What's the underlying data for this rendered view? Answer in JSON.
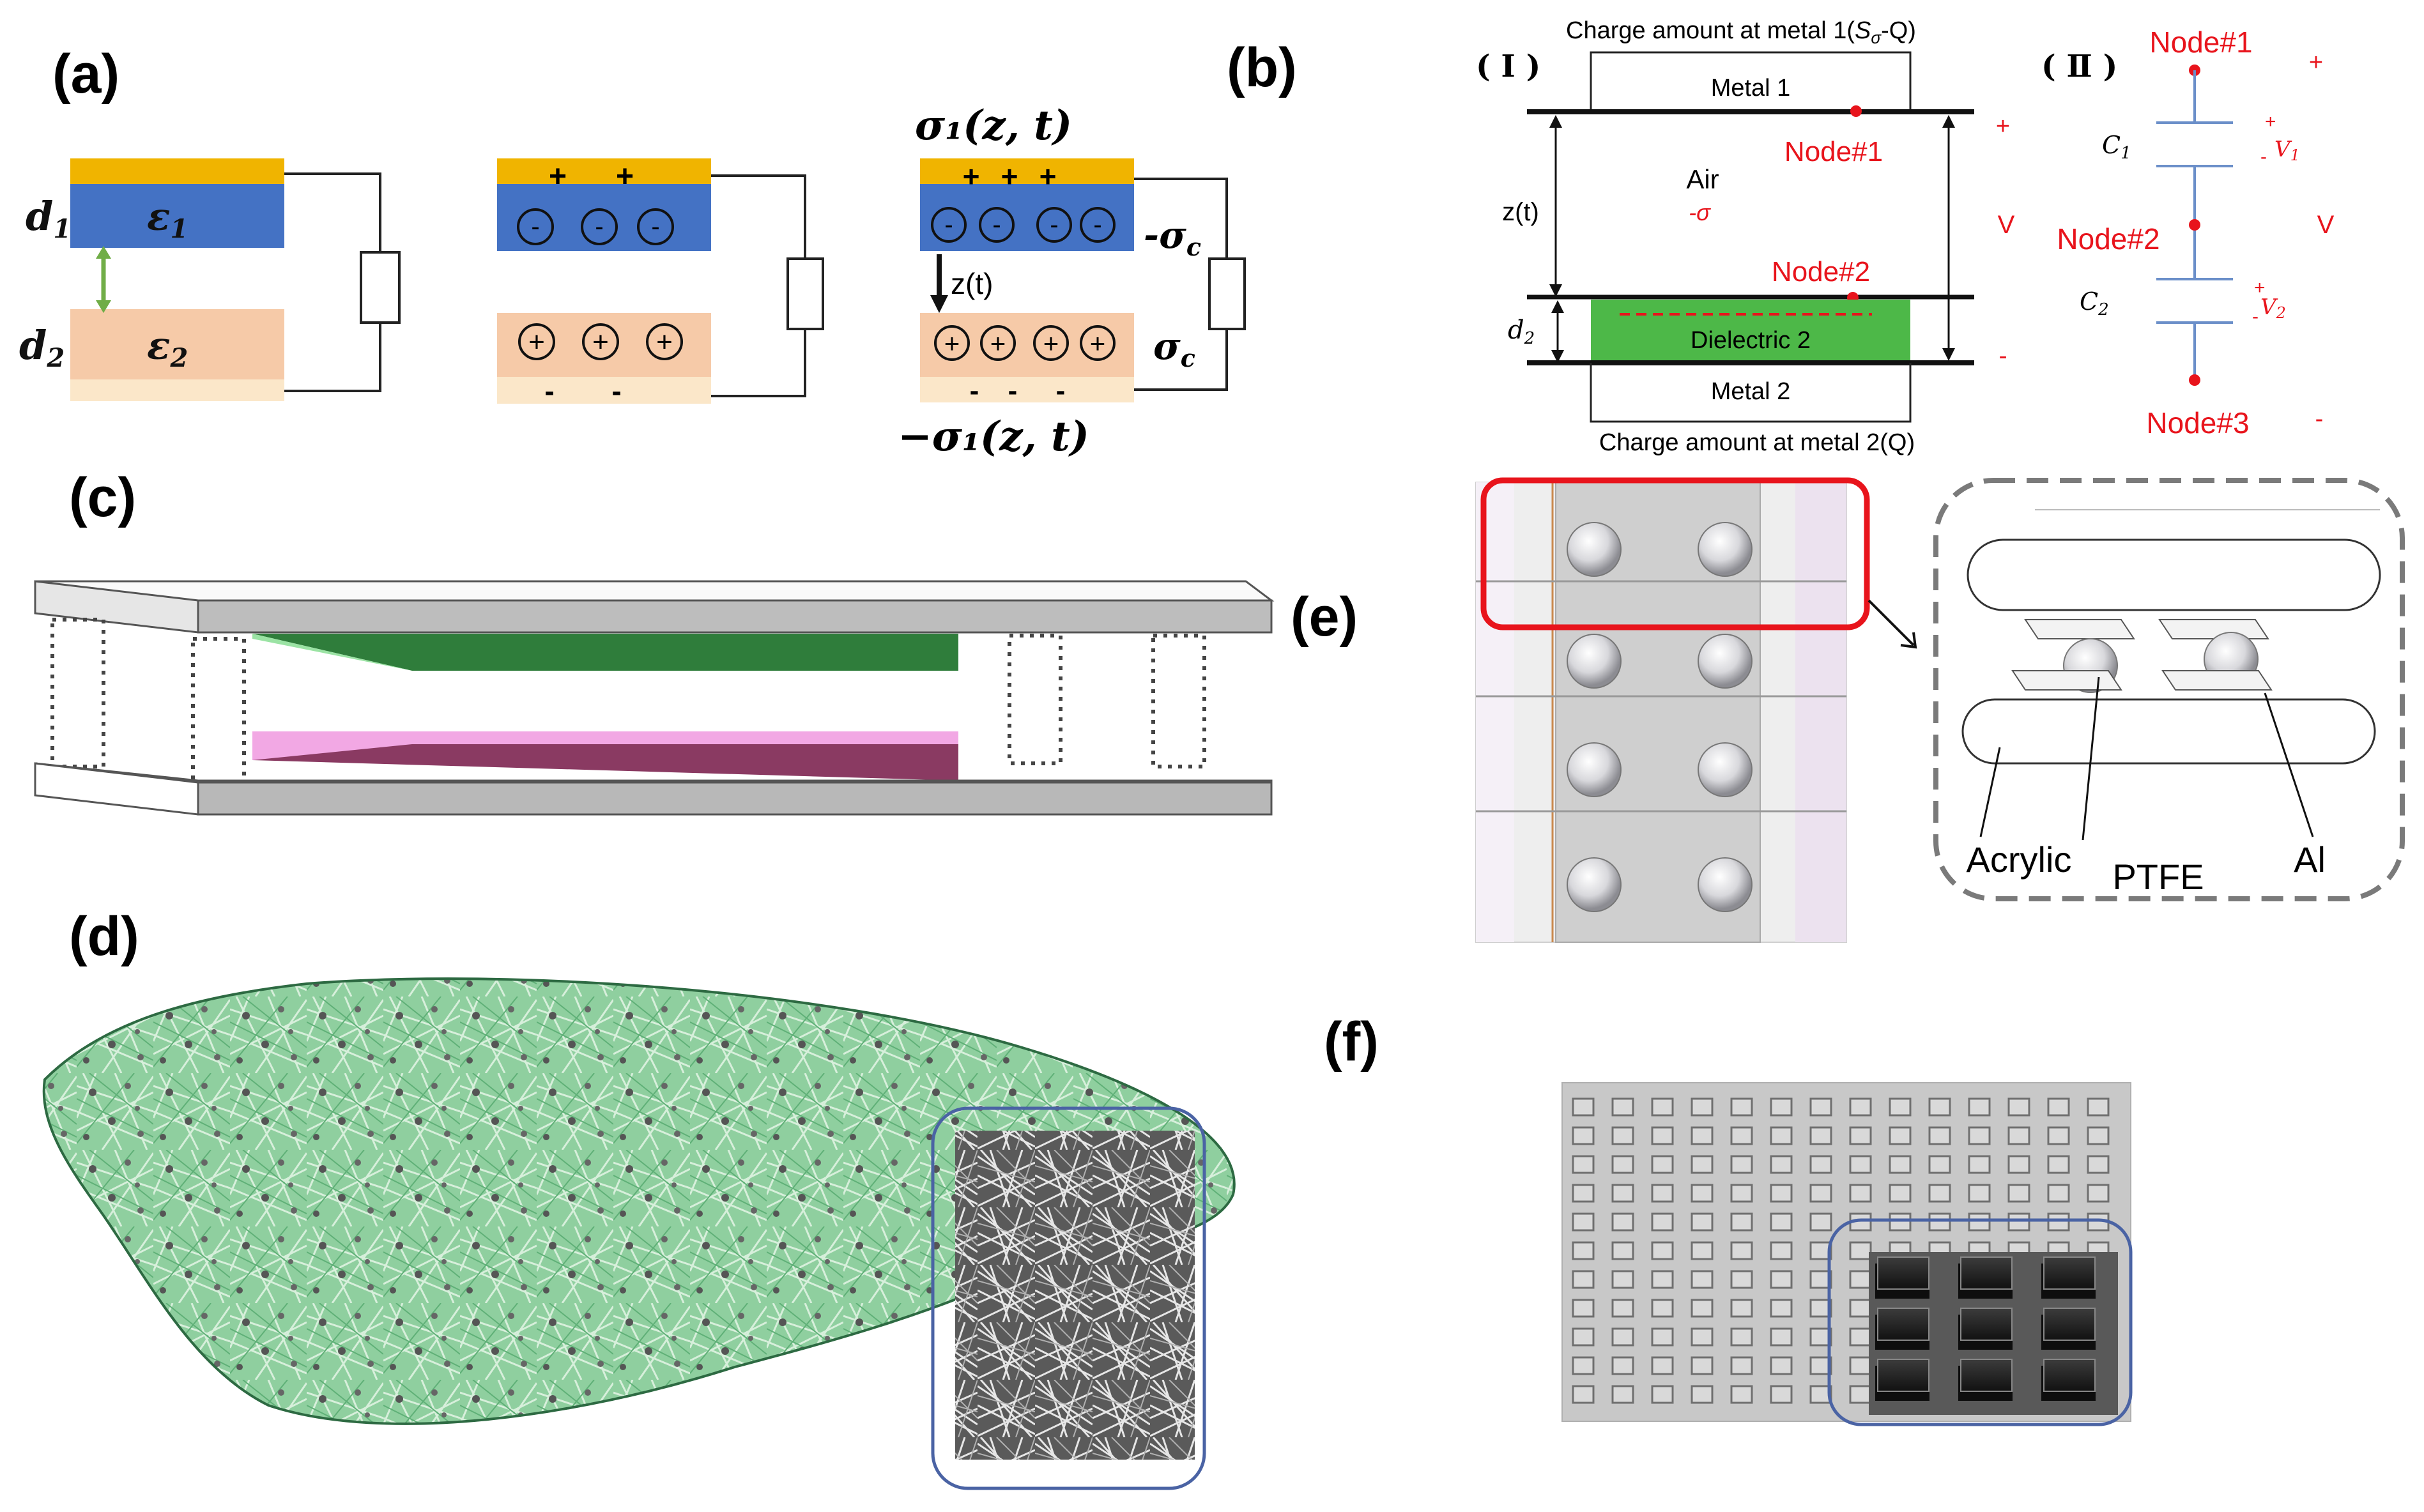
{
  "panels": {
    "a": {
      "label": "(a)",
      "d1": "d",
      "d1_sub": "1",
      "eps1": "ε",
      "eps1_sub": "1",
      "d2": "d",
      "d2_sub": "2",
      "eps2": "ε",
      "eps2_sub": "2",
      "plus": "+",
      "minus": "-",
      "neg_circle": "-",
      "pos_circle": "+",
      "sigma1_top": "σ₁(z, t)",
      "sigma1_bottom": "−σ₁(z, t)",
      "sigma_c_neg": "-σ",
      "sigma_c_pos": "σ",
      "sigma_c_sub": "c",
      "zt": "z(t)"
    },
    "b": {
      "label": "(b)",
      "roman1": "( Ⅰ )",
      "roman2": "( Ⅱ )",
      "charge_top": "Charge amount at metal 1(Sσ-Q)",
      "charge_top_a": "Charge amount at metal 1(",
      "charge_top_s": "S",
      "charge_top_sigma": "σ",
      "charge_top_b": "-Q)",
      "metal1": "Metal 1",
      "metal2": "Metal 2",
      "air": "Air",
      "neg_sigma": "-σ",
      "zt": "z(t)",
      "d2": "d",
      "d2_sub": "2",
      "dielectric": "Dielectric 2",
      "charge_bottom": "Charge amount at metal 2(Q)",
      "node1": "Node#1",
      "node2": "Node#2",
      "node3": "Node#3",
      "plus": "+",
      "minus": "-",
      "v": "V",
      "c1": "C",
      "c1_sub": "1",
      "c2": "C",
      "c2_sub": "2",
      "v1": "V",
      "v1_sub": "1",
      "v2": "V",
      "v2_sub": "2"
    },
    "c": {
      "label": "(c)"
    },
    "d": {
      "label": "(d)"
    },
    "e": {
      "label": "(e)",
      "acrylic": "Acrylic",
      "ptfe": "PTFE",
      "al": "Al"
    },
    "f": {
      "label": "(f)"
    }
  },
  "colors": {
    "red": "#e8141c",
    "blue_layer": "#4472c4",
    "gold_layer": "#f0b400",
    "peach_layer": "#f6caa8",
    "green_dielectric": "#4db848",
    "highlight_red": "#e8141c",
    "inset_blue": "#4a63a4"
  }
}
